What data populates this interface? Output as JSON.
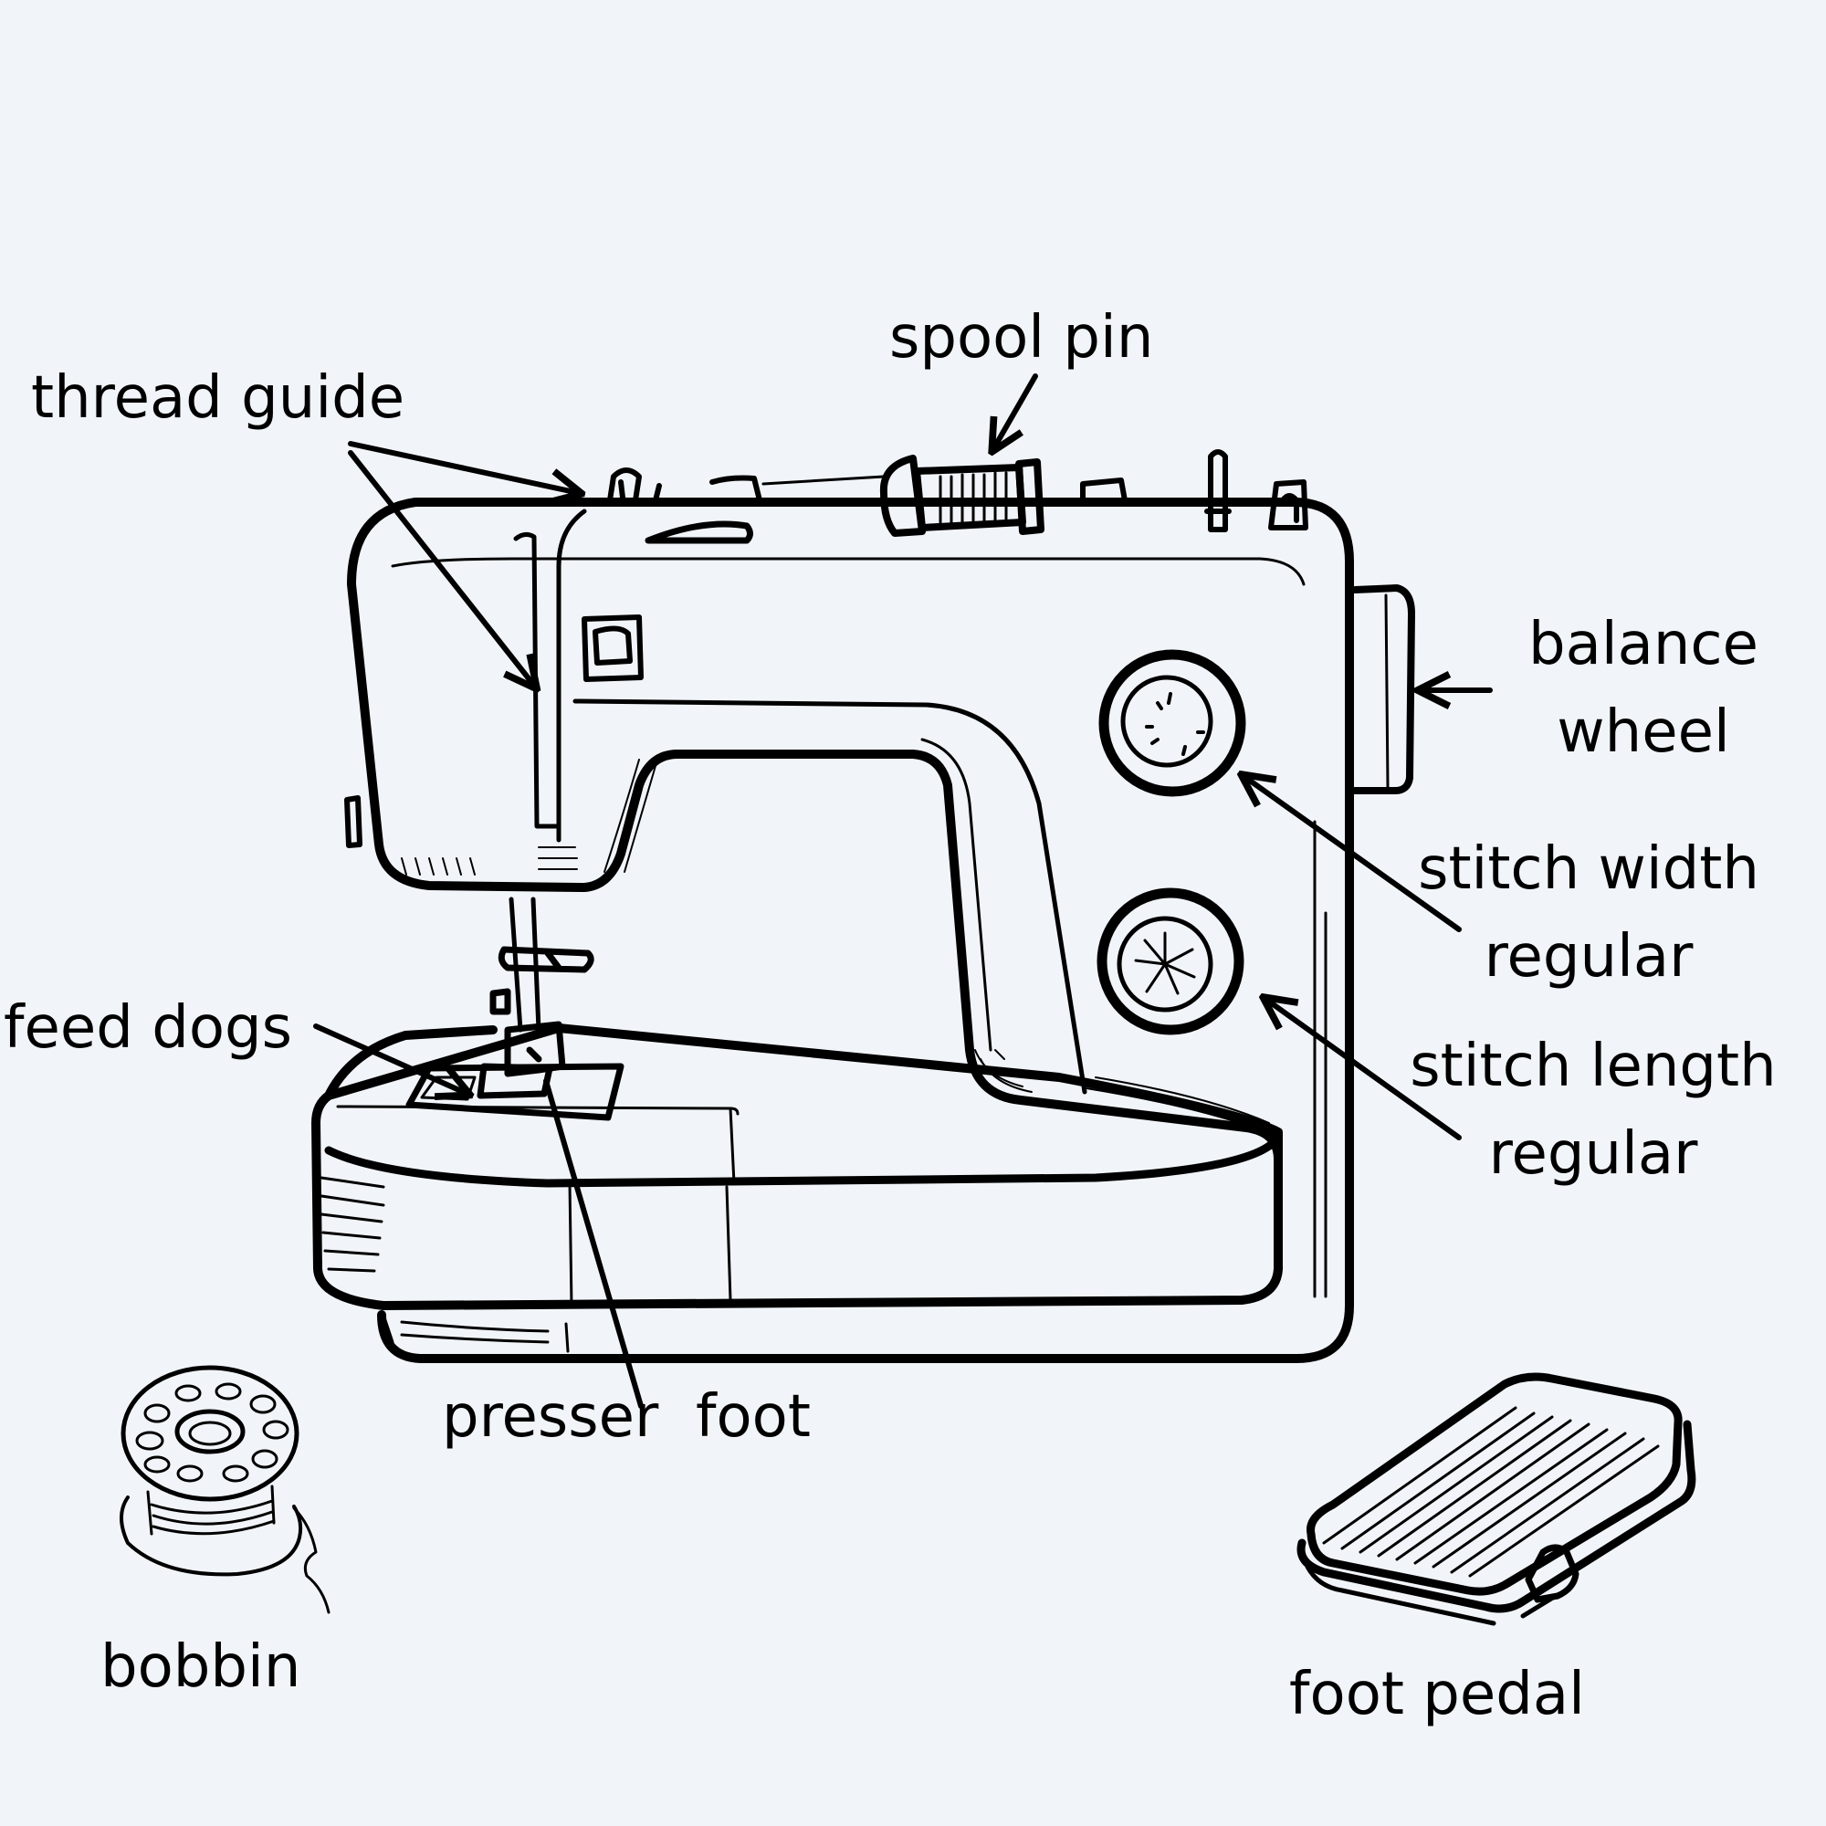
{
  "colors": {
    "background": "#f1f5f9",
    "ink": "#000000"
  },
  "labels": {
    "spool_pin": "spool pin",
    "thread_guide": "thread guide",
    "balance_wheel_line1": "balance",
    "balance_wheel_line2": "wheel",
    "stitch_width_line1": "stitch width",
    "stitch_width_line2": "regular",
    "stitch_length_line1": "stitch length",
    "stitch_length_line2": "regular",
    "feed_dogs": "feed dogs",
    "presser_foot": "presser  foot",
    "bobbin": "bobbin",
    "foot_pedal": "foot pedal"
  }
}
